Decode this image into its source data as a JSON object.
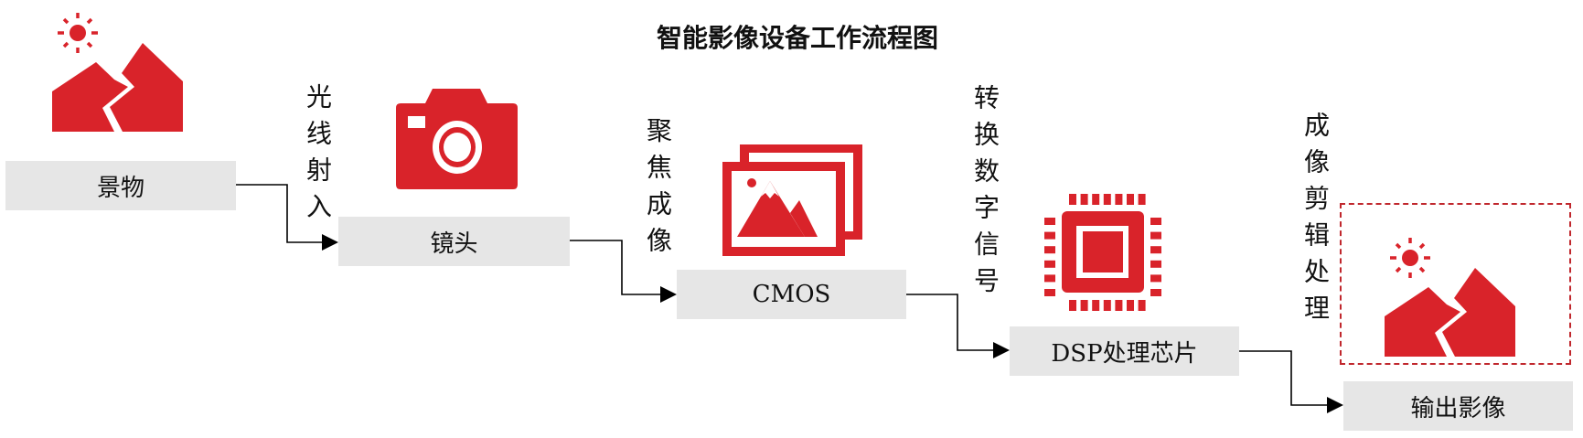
{
  "title": "智能影像设备工作流程图",
  "nodes": [
    {
      "label": "景物",
      "icon": "landscape-icon"
    },
    {
      "label": "镜头",
      "icon": "camera-icon"
    },
    {
      "label": "CMOS",
      "icon": "image-gallery-icon"
    },
    {
      "label": "DSP处理芯片",
      "icon": "chip-icon"
    },
    {
      "label": "输出影像",
      "icon": "landscape-icon"
    }
  ],
  "edges": [
    {
      "from": "景物",
      "to": "镜头",
      "label": "光线射入"
    },
    {
      "from": "镜头",
      "to": "CMOS",
      "label": "聚焦成像"
    },
    {
      "from": "CMOS",
      "to": "DSP处理芯片",
      "label": "转换数字信号"
    },
    {
      "from": "DSP处理芯片",
      "to": "输出影像",
      "label": "成像剪辑处理"
    }
  ],
  "colors": {
    "accent": "#d9232a",
    "box": "#e6e6e6",
    "line": "#000000"
  }
}
